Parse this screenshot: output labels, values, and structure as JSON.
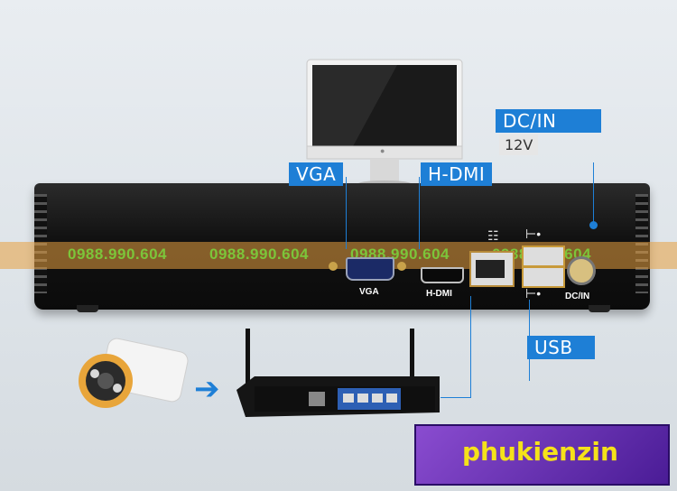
{
  "callouts": {
    "vga": "VGA",
    "hdmi": "H-DMI",
    "dcin": "DC/IN",
    "voltage": "12V",
    "usb": "USB"
  },
  "port_labels": {
    "vga": "VGA",
    "hdmi": "H-DMI",
    "dcin": "DC/IN"
  },
  "watermark": {
    "phone": "0988.990.604",
    "brand": "phukienzin"
  },
  "colors": {
    "accent": "#1e7fd6",
    "watermark_band": "#e8a040",
    "brand_box": "#6a2fb0",
    "brand_text": "#f5e21a"
  }
}
